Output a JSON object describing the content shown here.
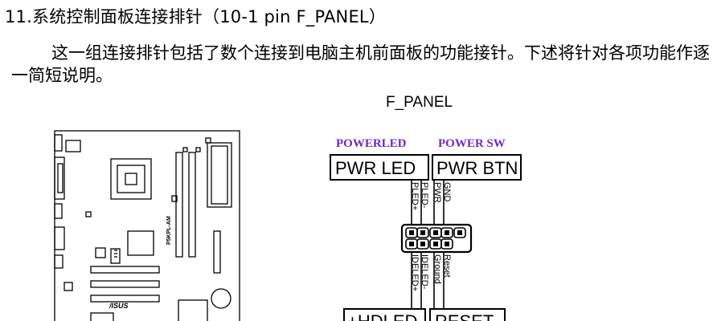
{
  "section": {
    "heading": "11.系统控制面板连接排针（10-1 pin F_PANEL）",
    "paragraph": "这一组连接排针包括了数个连接到电脑主机前面板的功能接针。下述将针对各项功能作逐一简短说明。"
  },
  "figure": {
    "title": "F_PANEL",
    "groups": {
      "powerled": "POWERLED",
      "power_sw": "POWER SW"
    },
    "boxes": {
      "pwr_led": "PWR LED",
      "pwr_btn": "PWR BTN",
      "hd_led": "+HDLED",
      "reset": "RESET"
    },
    "pins_top": [
      "PLED+",
      "PLED-",
      "PWR",
      "GND"
    ],
    "pins_bottom": [
      "IDELED+",
      "IDELED-",
      "Ground",
      "Reset"
    ],
    "board_model": "P5KPL-AM",
    "board_logo": "/ISUS",
    "accent_color": "#6b2bc4"
  }
}
